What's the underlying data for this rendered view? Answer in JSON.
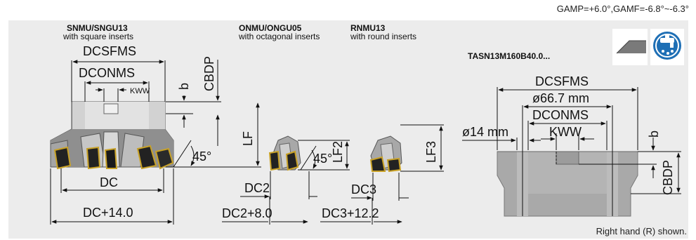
{
  "header": {
    "angle_note": "GAMP=+6.0°,GAMF=-6.8°~-6.3°"
  },
  "variants": {
    "square": {
      "code": "SNMU/SNGU13",
      "desc": "with square inserts"
    },
    "octagonal": {
      "code": "ONMU/ONGU05",
      "desc": "with octagonal inserts"
    },
    "round": {
      "code": "RNMU13",
      "desc": "with round inserts"
    }
  },
  "body_code": "TASN13M160B40.0...",
  "left_dims": {
    "dcsfms": "DCSFMS",
    "dconms": "DCONMS",
    "kww": "KWW",
    "b": "b",
    "cbdp": "CBDP",
    "lf": "LF",
    "angle": "45°",
    "dc": "DC",
    "dc_plus": "DC+14.0"
  },
  "oct_dims": {
    "lf2": "LF2",
    "angle": "45°",
    "dc2": "DC2",
    "dc2_plus": "DC2+8.0"
  },
  "round_dims": {
    "lf3": "LF3",
    "dc3": "DC3",
    "dc3_plus": "DC3+12.2"
  },
  "right_dims": {
    "dcsfms": "DCSFMS",
    "dia_66": "ø66.7 mm",
    "dconms": "DCONMS",
    "kww": "KWW",
    "dia_14": "ø14 mm",
    "b": "b",
    "cbdp": "CBDP"
  },
  "icons": [
    "insert-profile-icon",
    "coolant-tap-icon"
  ],
  "footer": {
    "hand_note": "Right hand (R) shown."
  }
}
